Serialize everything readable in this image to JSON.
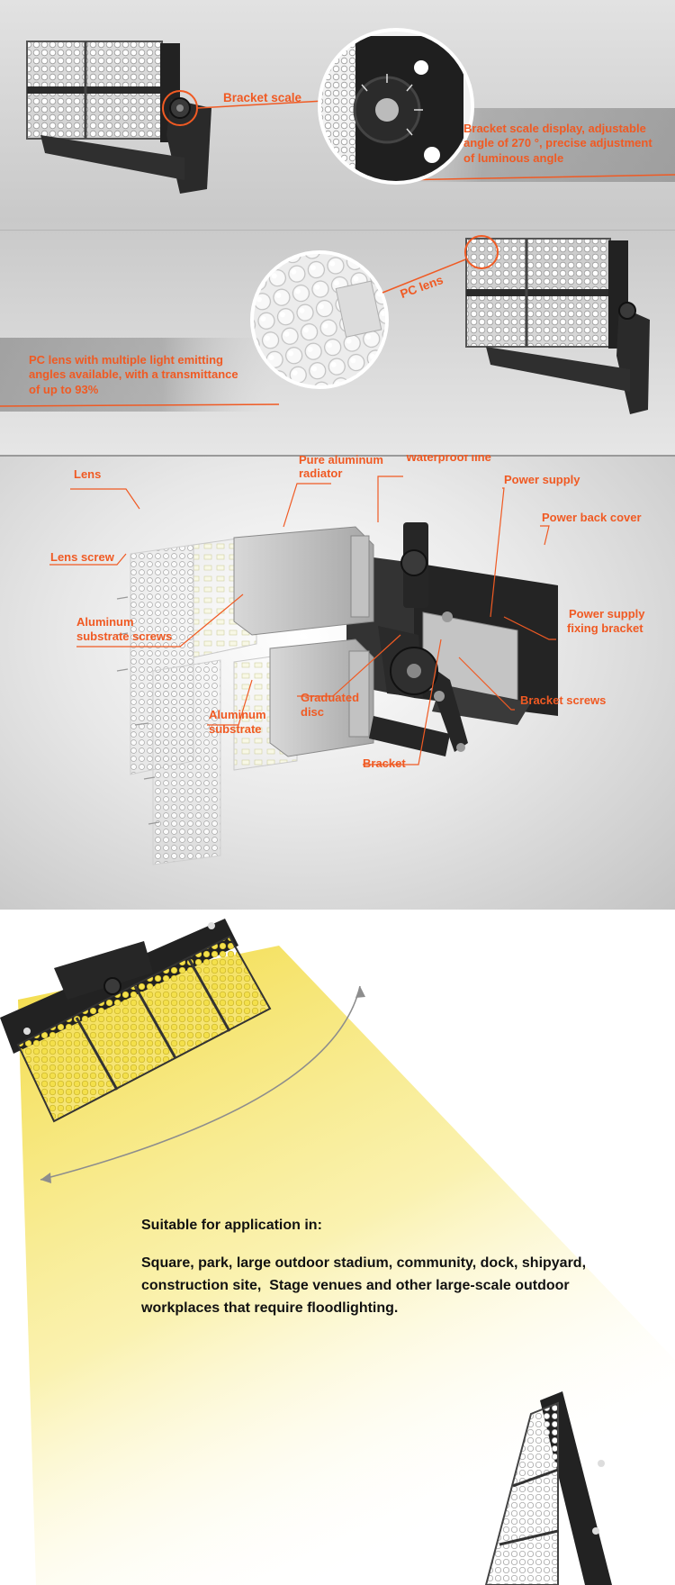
{
  "colors": {
    "accent": "#f05a23",
    "panel_gray": "#cfcfcf",
    "light_yellow": "#f7e65a",
    "fixture_dark": "#2a2a2a"
  },
  "section1": {
    "callout_label": "Bracket scale",
    "description_lines": [
      "Bracket scale display, adjustable",
      "angle of 270 °, precise adjustment",
      "of luminous angle"
    ]
  },
  "section2": {
    "callout_label": "PC lens",
    "description_lines": [
      "PC lens with multiple light emitting",
      "angles available, with a transmittance",
      "of up to 93%"
    ]
  },
  "section3": {
    "labels": {
      "lens": "Lens",
      "pure_aluminum_radiator_1": "Pure aluminum",
      "pure_aluminum_radiator_2": "radiator",
      "waterproof_line": "Waterproof line",
      "power_supply": "Power supply",
      "power_back_cover": "Power back cover",
      "lens_screw": "Lens screw",
      "power_supply_fixing_bracket_1": "Power supply",
      "power_supply_fixing_bracket_2": "fixing bracket",
      "aluminum_substrate_screws_1": "Aluminum",
      "aluminum_substrate_screws_2": "substrate screws",
      "bracket_screws": "Bracket screws",
      "graduated_disc_1": "Graduated",
      "graduated_disc_2": "disc",
      "aluminum_substrate_1": "Aluminum",
      "aluminum_substrate_2": "substrate",
      "bracket": "Bracket"
    }
  },
  "section4": {
    "heading": "Suitable for application in:",
    "body_lines": [
      "Square, park, large outdoor stadium, community, dock, shipyard,",
      "construction site,  Stage venues and other large-scale outdoor",
      "workplaces that require floodlighting."
    ]
  }
}
